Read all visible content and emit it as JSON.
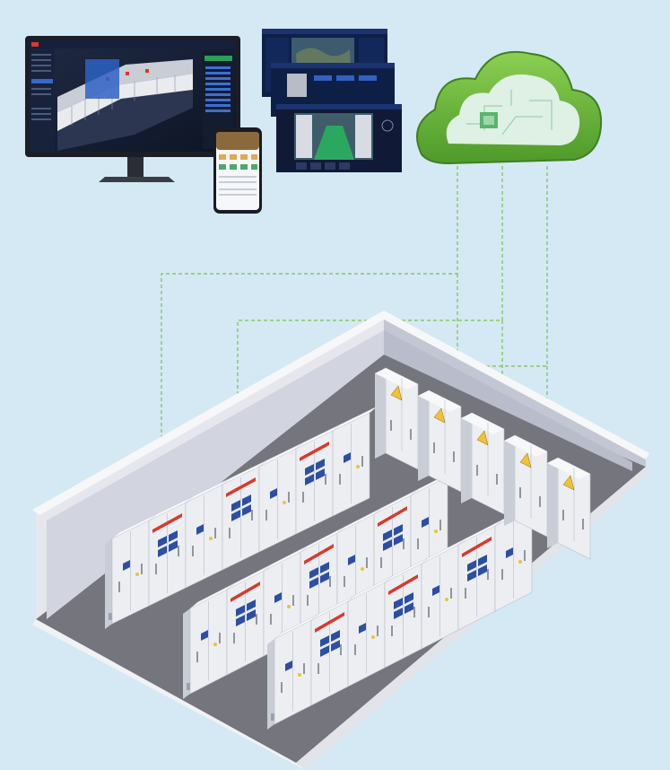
{
  "background": "#d4e9f4",
  "colors": {
    "cloud_green": "#6ab23c",
    "cloud_dark": "#4a8c27",
    "link_dash": "#7cc04a",
    "cabinet_body": "#eceef2",
    "cabinet_side": "#c9cdd6",
    "cabinet_top": "#f7f8fa",
    "accent_red": "#d8392b",
    "screen_blue": "#2d4fa3",
    "floor": "#75757d",
    "wall_light": "#f1f2f6",
    "wall_inner": "#b9bccb",
    "warning_yellow": "#f1c232"
  },
  "cloud": {
    "icon": "cloud-icon",
    "chip_icon": "circuit-chip-icon"
  },
  "devices": {
    "monitor": {
      "icon": "desktop-monitor-icon",
      "shows": "3d-switchgear-view"
    },
    "phone": {
      "icon": "smartphone-icon"
    },
    "dashboards": {
      "icon": "dashboard-screens-icon",
      "panel_count": 3
    }
  },
  "room": {
    "icon": "distribution-room-icon",
    "rows": [
      {
        "cabinets": 7
      },
      {
        "cabinets": 7
      },
      {
        "cabinets": 7
      },
      {
        "cabinets": 5,
        "type": "hazard-cabinets"
      }
    ]
  },
  "links": {
    "count": 4,
    "style": "dashed"
  }
}
